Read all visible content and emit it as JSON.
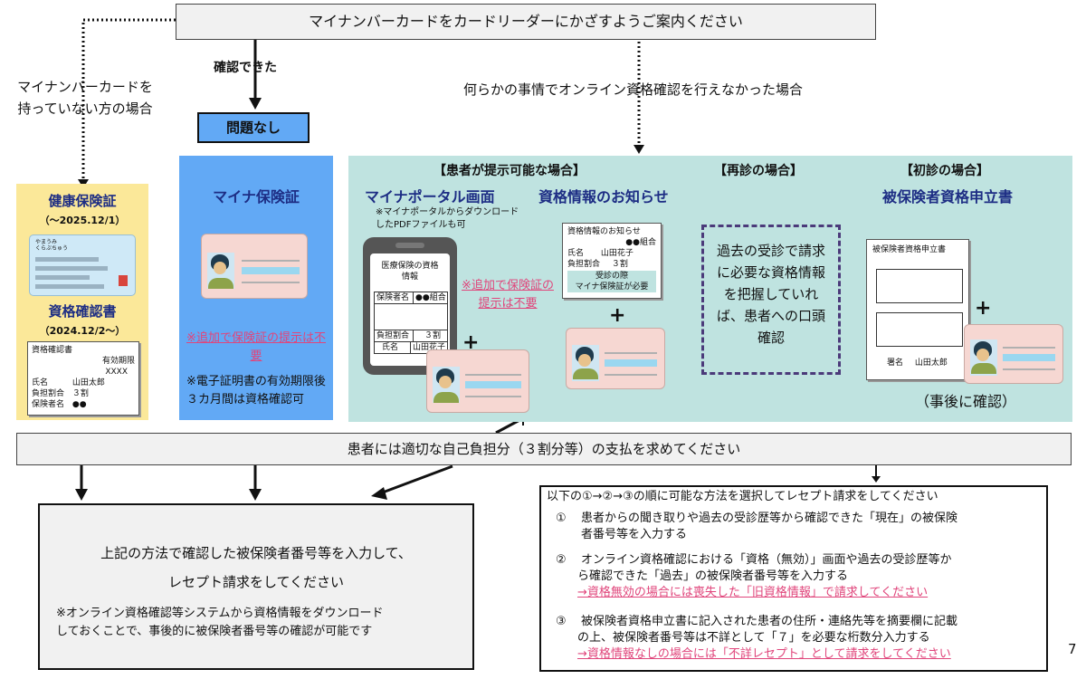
{
  "top": {
    "banner": "マイナンバーカードをカードリーダーにかざすようご案内ください",
    "confirmed": "確認できた",
    "no_card_case": [
      "マイナンバーカードを",
      "持っていない方の場合"
    ],
    "online_fail_case": "何らかの事情でオンライン資格確認を行えなかった場合",
    "no_problem": "問題なし"
  },
  "col_kenpo": {
    "title1": "健康保険証",
    "date1": "（～2025.12/1）",
    "card_label": "やまうみ\nくらぶちゅう",
    "title2": "資格確認書",
    "date2": "（2024.12/2～）",
    "doc": {
      "title": "資格確認書",
      "expiry_label": "有効期限",
      "expiry_val": "XXXX",
      "name_label": "氏名",
      "name_val": "山田太郎",
      "ratio_label": "負担割合",
      "ratio_val": "３割",
      "insurer_label": "保険者名",
      "insurer_val": "●●"
    }
  },
  "col_myna": {
    "title": "マイナ保険証",
    "note_pink": "※追加で保険証の提示は不要",
    "note": "※電子証明書の有効期限後３カ月間は資格確認可"
  },
  "col_teal": {
    "patient_header": "【患者が提示可能な場合】",
    "revisit_header": "【再診の場合】",
    "first_header": "【初診の場合】",
    "portal_title": "マイナポータル画面",
    "portal_note": "※マイナポータルからダウンロードしたPDFファイルも可",
    "phone": {
      "title": "医療保険の資格情報",
      "insurer_label": "保険者名",
      "insurer_val": "●●組合",
      "ratio_label": "負担割合",
      "ratio_val": "３割",
      "name_label": "氏名",
      "name_val": "山田花子"
    },
    "pink_note": "※追加で保険証の提示は不要",
    "notice_title": "資格情報のお知らせ",
    "notice": {
      "title": "資格情報のお知らせ",
      "org": "●●組合",
      "name_label": "氏名",
      "name_val": "山田花子",
      "ratio_label": "負担割合",
      "ratio_val": "３割",
      "strip1": "受診の際",
      "strip2": "マイナ保険証が必要"
    },
    "revisit_text": "過去の受診で請求に必要な資格情報を把握していれば、患者への口頭確認",
    "first_title": "被保険者資格申立書",
    "form": {
      "title": "被保険者資格申立書",
      "sign_label": "署名",
      "sign_val": "山田太郎"
    },
    "after": "（事後に確認）"
  },
  "payment": "患者には適切な自己負担分（３割分等）の支払を求めてください",
  "left_box": {
    "line1": "上記の方法で確認した被保険者番号等を入力して、",
    "line2": "レセプト請求をしてください",
    "note1": "※オンライン資格確認等システムから資格情報をダウンロード",
    "note2": "しておくことで、事後的に被保険者番号等の確認が可能です"
  },
  "right_box": {
    "intro": "以下の①→②→③の順に可能な方法を選択してレセプト請求をしてください",
    "item1_num": "①",
    "item1_a": "患者からの聞き取りや過去の受診歴等から確認できた「現在」の被保険",
    "item1_b": "者番号等を入力する",
    "item2_num": "②",
    "item2_a": "オンライン資格確認における「資格（無効）」画面や過去の受診歴等か",
    "item2_b": "ら確認できた「過去」の被保険者番号等を入力する",
    "item2_link": "→資格無効の場合には喪失した「旧資格情報」で請求してください",
    "item3_num": "③",
    "item3_a": "被保険者資格申立書に記入された患者の住所・連絡先等を摘要欄に記載",
    "item3_b": "の上、被保険者番号等は不詳として「７」を必要な桁数分入力する",
    "item3_link": "→資格情報なしの場合には「不詳レセプト」として請求をしてください"
  },
  "page_number": "7",
  "colors": {
    "yellow": "#fbe899",
    "blue": "#62a9f5",
    "teal": "#bfe3e0",
    "navy": "#1d2d84",
    "pink": "#e0457b"
  }
}
